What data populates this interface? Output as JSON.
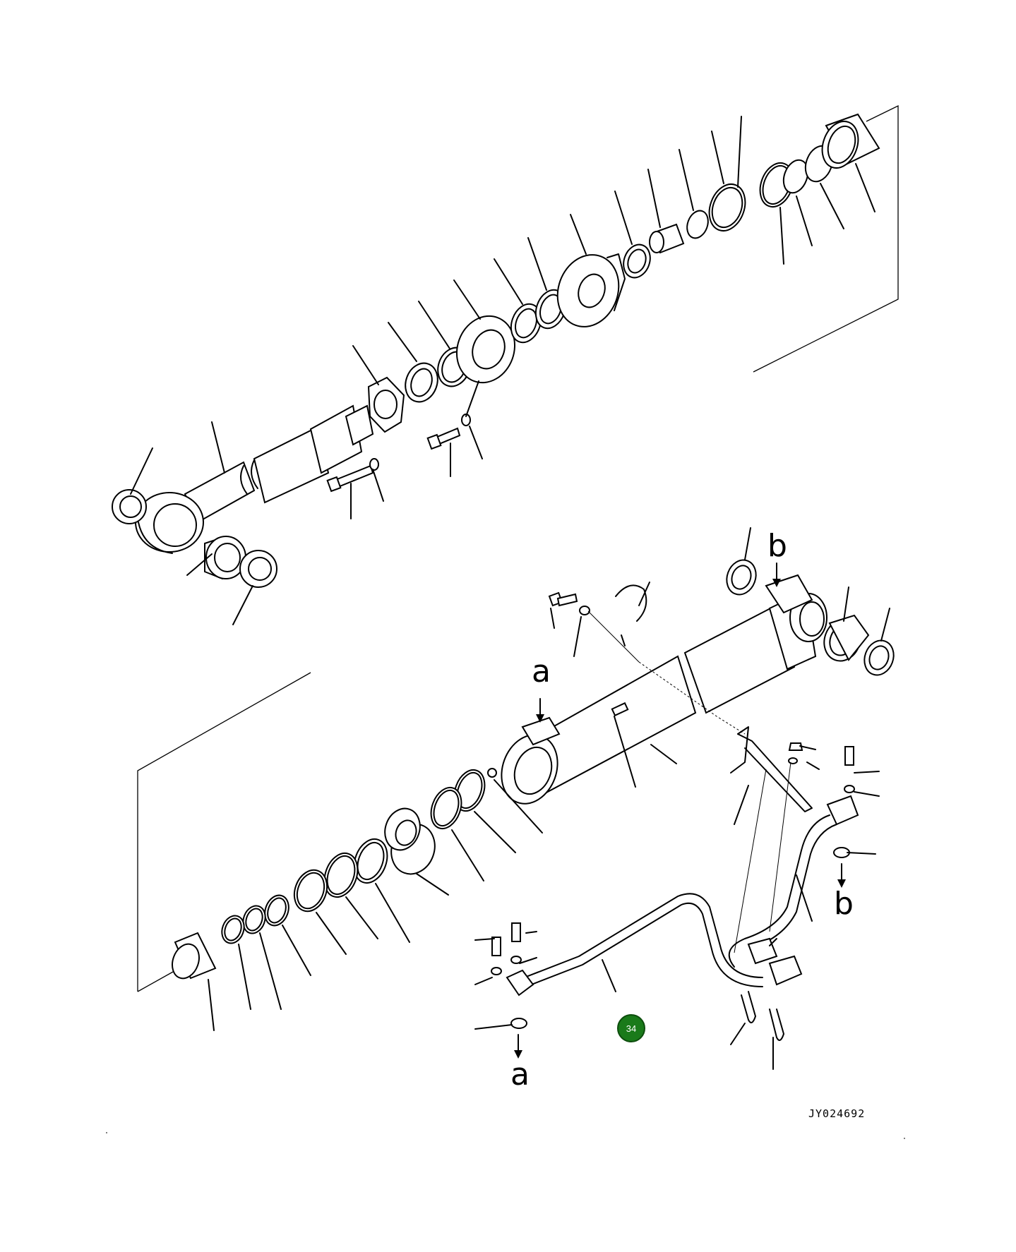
{
  "connection_labels": {
    "a_top": "a",
    "a_bottom": "a",
    "b_top": "b",
    "b_bottom": "b"
  },
  "drawing_code": "JY024692",
  "callout": {
    "number": "34",
    "color": "#1a7a1a"
  }
}
